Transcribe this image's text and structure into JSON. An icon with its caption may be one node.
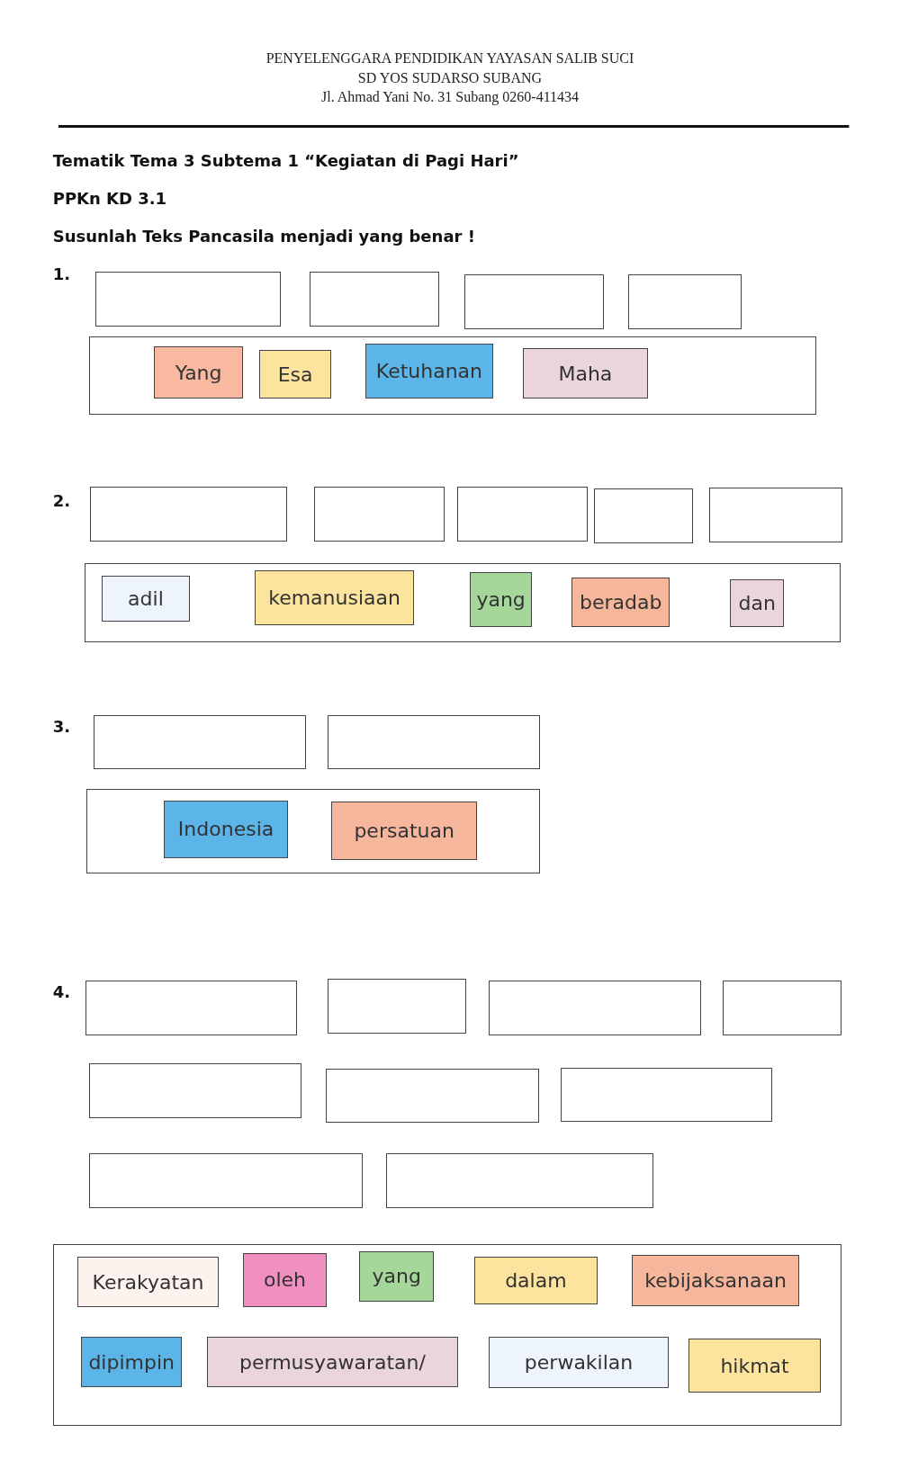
{
  "diagram": {
    "nodes": [
      {
        "text": [],
        "shape": "box"
      },
      {
        "text": [],
        "shape": "box"
      },
      {
        "text": [],
        "shape": "box"
      },
      {
        "text": [],
        "shape": "box"
      },
      {
        "text": [],
        "shape": "box"
      },
      {
        "text": [
          "Yang"
        ],
        "in": 4
      },
      {
        "text": [
          "Esa"
        ],
        "in": 4
      },
      {
        "text": [
          "Ketuhanan"
        ],
        "in": 4
      },
      {
        "text": [
          "Maha"
        ],
        "in": 4
      },
      {
        "text": [],
        "shape": "box"
      },
      {
        "text": [],
        "shape": "box"
      },
      {
        "text": [],
        "shape": "box"
      },
      {
        "text": [],
        "shape": "box"
      },
      {
        "text": [],
        "shape": "box"
      },
      {
        "text": [],
        "shape": "box"
      },
      {
        "text": [
          "adil"
        ],
        "in": 14
      },
      {
        "text": [
          "kemanusiaan"
        ],
        "in": 14
      },
      {
        "text": [
          "yang"
        ],
        "in": 14
      },
      {
        "text": [
          "beradab"
        ],
        "in": 14
      },
      {
        "text": [
          "dan"
        ],
        "in": 14
      },
      {
        "text": [],
        "shape": "box"
      },
      {
        "text": [],
        "shape": "box"
      },
      {
        "text": [],
        "shape": "box"
      },
      {
        "text": [
          "Indonesia"
        ],
        "in": 22
      },
      {
        "text": [
          "persatuan"
        ],
        "in": 22
      },
      {
        "text": [],
        "shape": "box"
      },
      {
        "text": [],
        "shape": "box"
      },
      {
        "text": [],
        "shape": "box"
      },
      {
        "text": [],
        "shape": "box"
      },
      {
        "text": [],
        "shape": "box"
      },
      {
        "text": [],
        "shape": "box"
      },
      {
        "text": [],
        "shape": "box"
      },
      {
        "text": [],
        "shape": "box"
      },
      {
        "text": [],
        "shape": "box"
      },
      {
        "text": [],
        "shape": "box"
      },
      {
        "text": [
          "Kerakyatan"
        ],
        "in": 34
      },
      {
        "text": [
          "oleh"
        ],
        "in": 34
      },
      {
        "text": [
          "yang"
        ],
        "in": 34
      },
      {
        "text": [
          "dalam"
        ],
        "in": 34
      },
      {
        "text": [
          "kebijaksanaan"
        ],
        "in": 34
      },
      {
        "text": [
          "dipimpin"
        ],
        "in": 34
      },
      {
        "text": [
          "permusyawaratan/"
        ],
        "in": 34
      },
      {
        "text": [
          "perwakilan"
        ],
        "in": 34
      },
      {
        "text": [
          "hikmat"
        ],
        "in": 34
      }
    ],
    "labels": [
      "PENYELENGGARA PENDIDIKAN YAYASAN SALIB SUCI",
      "SD YOS SUDARSO SUBANG",
      "Jl. Ahmad Yani No. 31 Subang 0260-411434",
      "Tematik Tema 3 Subtema 1 “Kegiatan di Pagi Hari”",
      "PPKn KD 3.1",
      "Susunlah Teks Pancasila menjadi yang benar !",
      "1.",
      "2.",
      "3.",
      "4."
    ]
  }
}
